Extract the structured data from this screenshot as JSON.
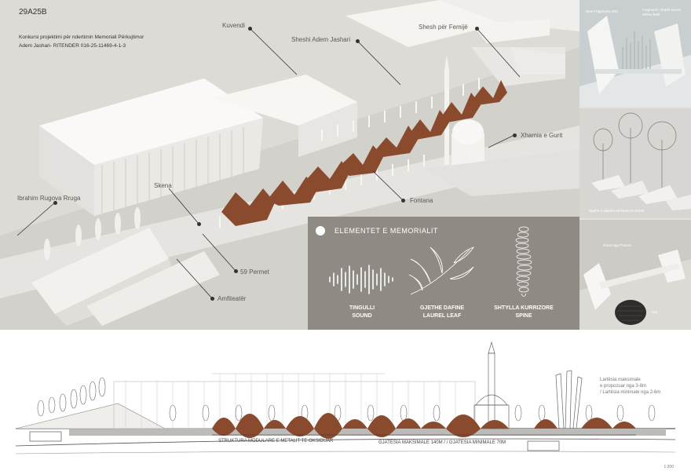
{
  "header": {
    "code": "29A25B",
    "description_line1": "Konkursi projektimi për ndertimin Memoriali Përkujtimor",
    "description_line2": "Adem Jashari- RITENDER  016-25-11469-4-1-3"
  },
  "site_labels": {
    "kuvendi": "Kuvendi",
    "sheshi": "Sheshi Adem Jashari",
    "shesh_femije": "Shesh për Femijë",
    "xhamia": "Xhamia e Gurit",
    "ibrahim": "Ibrahim Rugova  Rruga",
    "skena": "Skena",
    "fontana": "Fontana",
    "permet": "59 Permet",
    "amfiteater": "Amfiteatër"
  },
  "legend": {
    "title": "ELEMENTET E MEMORIALIT",
    "items": [
      {
        "line1": "TINGULLI",
        "line2": "SOUND",
        "icon": "sound-wave-icon"
      },
      {
        "line1": "GJETHE DAFINE",
        "line2": "LAUREL LEAF",
        "icon": "laurel-leaf-icon"
      },
      {
        "line1": "SHTYLLA KURRIZORE",
        "line2": "SPINE",
        "icon": "spine-icon"
      }
    ]
  },
  "detail_panels": {
    "panel_a_label1": "Sinë Fragmente Zëri",
    "panel_a_label2": "Fragment i shtyllë kurore\nvëllimi bëtë",
    "panel_b_label": "Gjethe e dafinës në forma të shtrirë",
    "panel_c_label1": "Guret nga Prekazi",
    "panel_c_label2": "Gur"
  },
  "elevation": {
    "structure_label": "STRUKTURA MODULARE E METALIT TE OKSIDUAR",
    "length_label": "GJATESIA MAKSIMALE 140M / / GJATESIA MINIMALE 70M",
    "height_note_line1": "Lartësia maksimale",
    "height_note_line2": "e propozuar nga 3-8m",
    "height_note_line3": "/ Lartësia minimale nga 2-6m",
    "scale": "1:200"
  },
  "colors": {
    "accent_rust": "#8a4a2e",
    "legend_bg": "#8f8b84",
    "model_white": "#f4f3f0"
  }
}
